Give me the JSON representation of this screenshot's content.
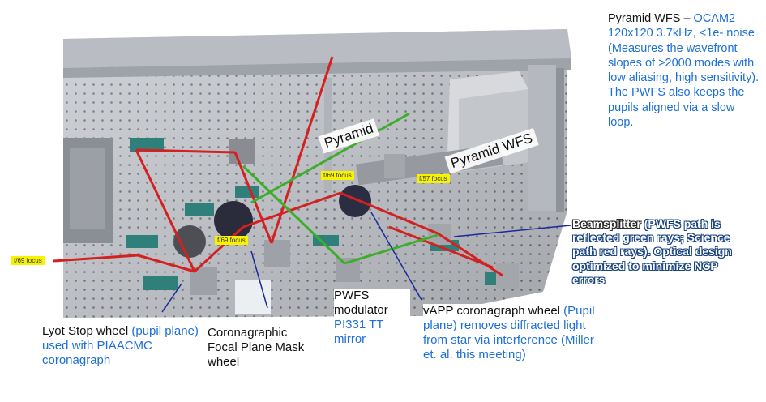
{
  "top_right_note": {
    "title": "Pyramid WFS – ",
    "body": "OCAM2 120x120 3.7kHz, <1e- noise (Measures the wavefront slopes of >2000 modes with low aliasing, high sensitivity). The PWFS also keeps the pupils aligned via a slow loop."
  },
  "pyramid_label": "Pyramid",
  "pyramid_wfs_label": "Pyramid WFS",
  "focus_tags": [
    "f/69 focus",
    "f/57 focus",
    "f/69 focus",
    "f/69 focus"
  ],
  "beamsplitter": {
    "title": "Beamsplitter",
    "body": "(PWFS path is reflected green rays; Science path red rays). Optical design optimized to minimize NCP errors"
  },
  "lyot": {
    "black": "Lyot Stop wheel ",
    "blue": "(pupil plane) used with PIAACMC coronagraph"
  },
  "cfpm": "Coronagraphic Focal Plane Mask wheel",
  "pwfs_mod": {
    "black": "PWFS modulator",
    "blue": "PI331 TT mirror"
  },
  "vapp": {
    "black": "vAPP coronagraph wheel",
    "blue": "(Pupil plane) removes diffracted light from star via interference (Miller et. al. this meeting)"
  },
  "colors": {
    "science_ray": "#d42020",
    "pwfs_ray": "#3cae2a",
    "annotation_blue": "#1d6fd6",
    "leader_line": "#1a2a9c",
    "tag_yellow": "#f7f200",
    "table": "#c9ccd1"
  }
}
